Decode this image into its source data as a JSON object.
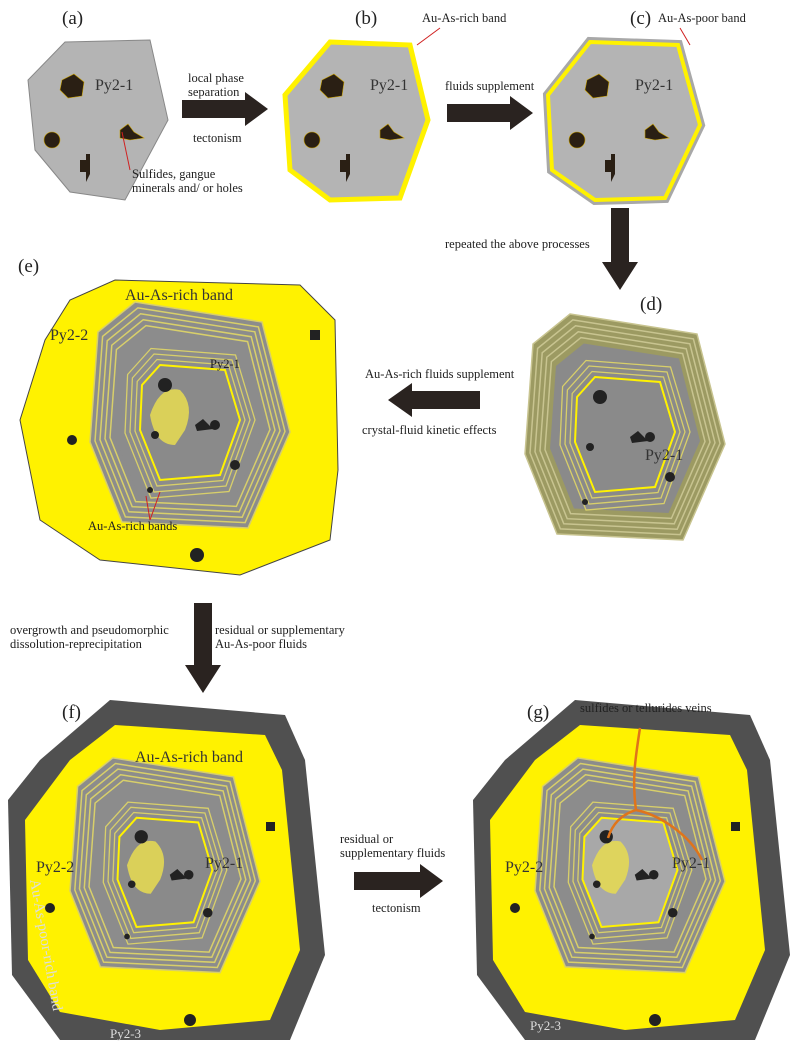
{
  "panels": {
    "a": "(a)",
    "b": "(b)",
    "c": "(c)",
    "d": "(d)",
    "e": "(e)",
    "f": "(f)",
    "g": "(g)"
  },
  "labels": {
    "py21": "Py2-1",
    "py22": "Py2-2",
    "py23": "Py2-3",
    "rich_band": "Au-As-rich band",
    "poor_band": "Au-As-poor band",
    "rich_bands": "Au-As-rich bands",
    "poor_rich_band": "Au-As-poor-rich band",
    "sulfides1": "Sulfides, gangue",
    "sulfides2": "minerals and/ or holes",
    "veins": "sulfides or tellurides veins"
  },
  "arrows": {
    "ab_top1": "local phase",
    "ab_top2": "separation",
    "ab_bottom": "tectonism",
    "bc_top": "fluids supplement",
    "cd": "repeated the above processes",
    "de_top": "Au-As-rich fluids supplement",
    "de_bottom": "crystal-fluid kinetic effects",
    "ef_left1": "overgrowth and pseudomorphic",
    "ef_left2": "dissolution-reprecipitation",
    "ef_right1": "residual or supplementary",
    "ef_right2": "Au-As-poor fluids",
    "fg_top1": "residual or",
    "fg_top2": "supplementary fluids",
    "fg_bottom": "tectonism"
  },
  "colors": {
    "grain": "#b4b4b4",
    "yellow": "#fff200",
    "dark": "#505050",
    "band": "#8c8c8c",
    "ring": "#d8cf6a",
    "vein": "#e0741a",
    "pointer": "#d02020"
  }
}
